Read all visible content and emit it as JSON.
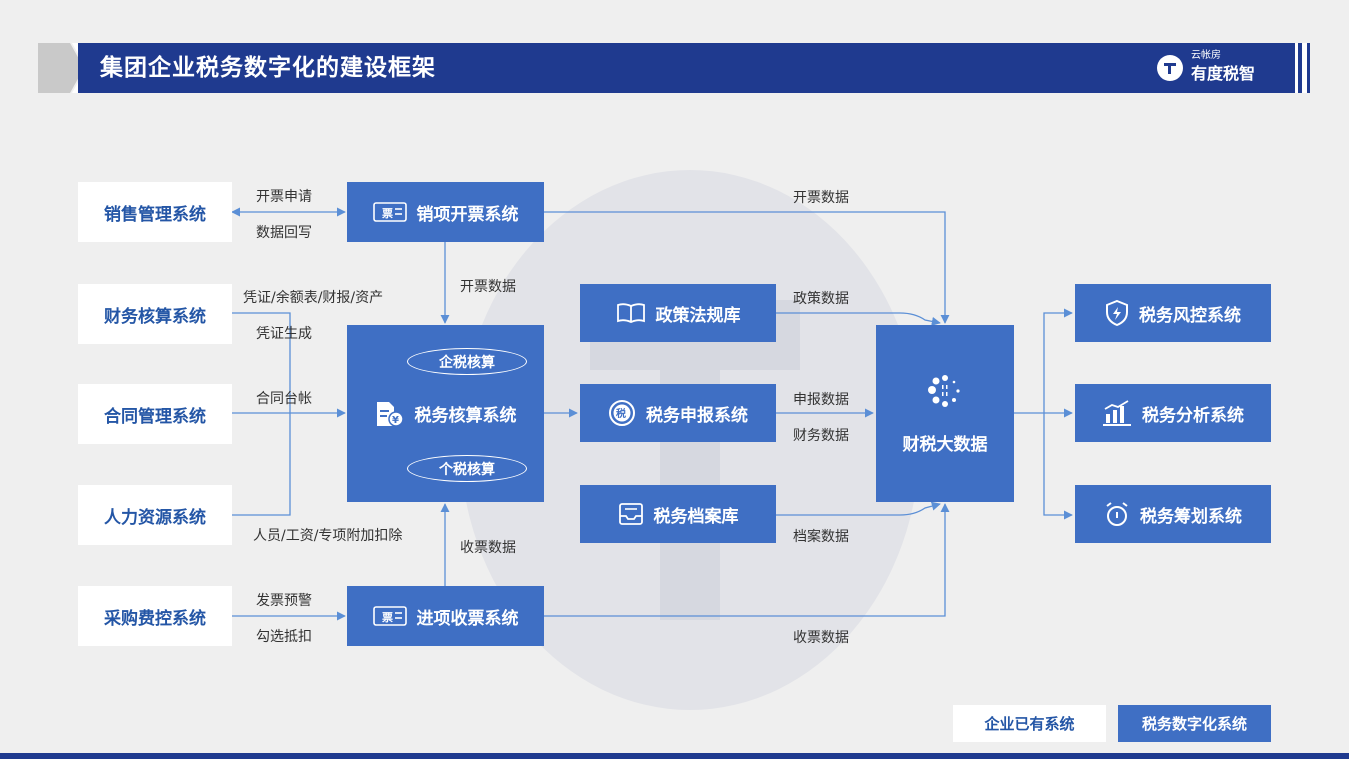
{
  "header": {
    "title": "集团企业税务数字化的建设框架"
  },
  "logo": {
    "small_text": "云帐房",
    "main_text": "有度税智"
  },
  "left_systems": [
    {
      "label": "销售管理系统"
    },
    {
      "label": "财务核算系统"
    },
    {
      "label": "合同管理系统"
    },
    {
      "label": "人力资源系统"
    },
    {
      "label": "采购费控系统"
    }
  ],
  "middle_systems": {
    "sales_invoice": "销项开票系统",
    "tax_accounting": "税务核算系统",
    "enterprise_tax": "企税核算",
    "personal_tax": "个税核算",
    "purchase_invoice": "进项收票系统",
    "invoice_icon_text": "票",
    "declare_icon_text": "税"
  },
  "center_systems": {
    "policy_lib": "政策法规库",
    "tax_declare": "税务申报系统",
    "tax_archive": "税务档案库"
  },
  "big_data": {
    "label": "财税大数据"
  },
  "right_systems": [
    {
      "label": "税务风控系统"
    },
    {
      "label": "税务分析系统"
    },
    {
      "label": "税务筹划系统"
    }
  ],
  "flow_labels": {
    "invoice_apply": "开票申请",
    "data_return": "数据回写",
    "voucher_ledger": "凭证/余额表/财报/资产",
    "voucher_gen": "凭证生成",
    "contract_ledger": "合同台帐",
    "staff_salary": "人员/工资/专项附加扣除",
    "invoice_warn": "发票预警",
    "check_deduct": "勾选抵扣",
    "invoice_data_down": "开票数据",
    "receipt_data_up": "收票数据",
    "invoice_data_top": "开票数据",
    "policy_data": "政策数据",
    "declare_data": "申报数据",
    "finance_data": "财务数据",
    "archive_data": "档案数据",
    "receipt_data_bottom": "收票数据"
  },
  "legend": {
    "existing": "企业已有系统",
    "digital": "税务数字化系统"
  },
  "colors": {
    "header": "#1f3a8f",
    "box_blue": "#3f6fc4",
    "box_text_white_bg": "#2456a6",
    "arrow": "#5b8fd6",
    "background": "#efefef"
  }
}
